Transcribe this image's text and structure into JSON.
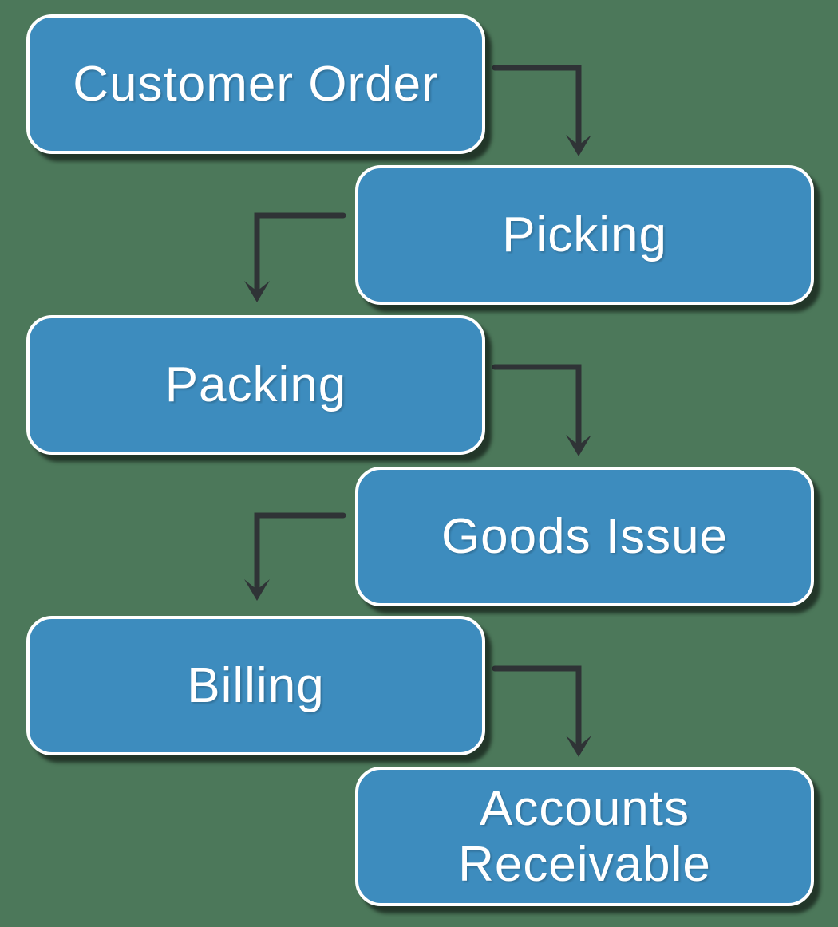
{
  "diagram": {
    "type": "flowchart",
    "nodes": [
      {
        "id": "customer-order",
        "label": "Customer Order"
      },
      {
        "id": "picking",
        "label": "Picking"
      },
      {
        "id": "packing",
        "label": "Packing"
      },
      {
        "id": "goods-issue",
        "label": "Goods Issue"
      },
      {
        "id": "billing",
        "label": "Billing"
      },
      {
        "id": "accounts-receivable",
        "label": "Accounts Receivable"
      }
    ],
    "edges": [
      {
        "from": "customer-order",
        "to": "picking"
      },
      {
        "from": "picking",
        "to": "packing"
      },
      {
        "from": "packing",
        "to": "goods-issue"
      },
      {
        "from": "goods-issue",
        "to": "billing"
      },
      {
        "from": "billing",
        "to": "accounts-receivable"
      }
    ]
  },
  "colors": {
    "bg": "#4C785A",
    "node_fill": "#3D8CBE",
    "node_border": "#FFFFFF",
    "node_text": "#FFFFFF",
    "arrow": "#2F3336"
  }
}
